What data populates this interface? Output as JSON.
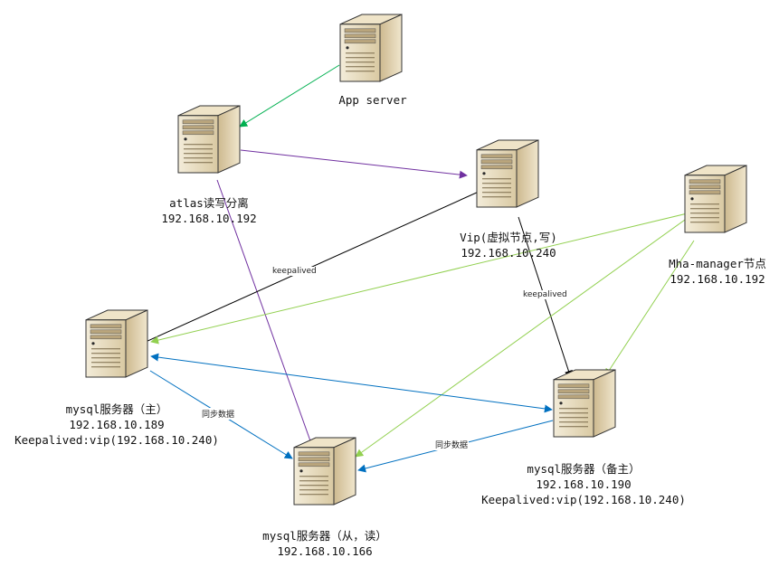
{
  "nodes": {
    "app_server": {
      "lines": [
        "App server"
      ]
    },
    "atlas": {
      "lines": [
        "atlas读写分离",
        "192.168.10.192"
      ]
    },
    "vip": {
      "lines": [
        "Vip(虚拟节点,写)",
        "192.168.10.240"
      ]
    },
    "mha": {
      "lines": [
        "Mha-manager节点",
        "192.168.10.192"
      ]
    },
    "mysql_master": {
      "lines": [
        "mysql服务器（主）",
        "192.168.10.189",
        "Keepalived:vip(192.168.10.240)"
      ]
    },
    "mysql_backup": {
      "lines": [
        "mysql服务器（备主）",
        "192.168.10.190",
        "Keepalived:vip(192.168.10.240)"
      ]
    },
    "mysql_slave": {
      "lines": [
        "mysql服务器（从，读）",
        "192.168.10.166"
      ]
    }
  },
  "edge_labels": {
    "keepalived_left": "keepalived",
    "keepalived_right": "keepalived",
    "sync_master": "同步数据",
    "sync_backup": "同步数据"
  },
  "colors": {
    "app_to_atlas": "#00b050",
    "atlas_edges": "#7030a0",
    "keepalived": "#000000",
    "mha_edges": "#92d050",
    "sync": "#0070c0",
    "server_body": "#e8dcc0",
    "server_side": "#c9b68e",
    "server_outline": "#333333"
  }
}
